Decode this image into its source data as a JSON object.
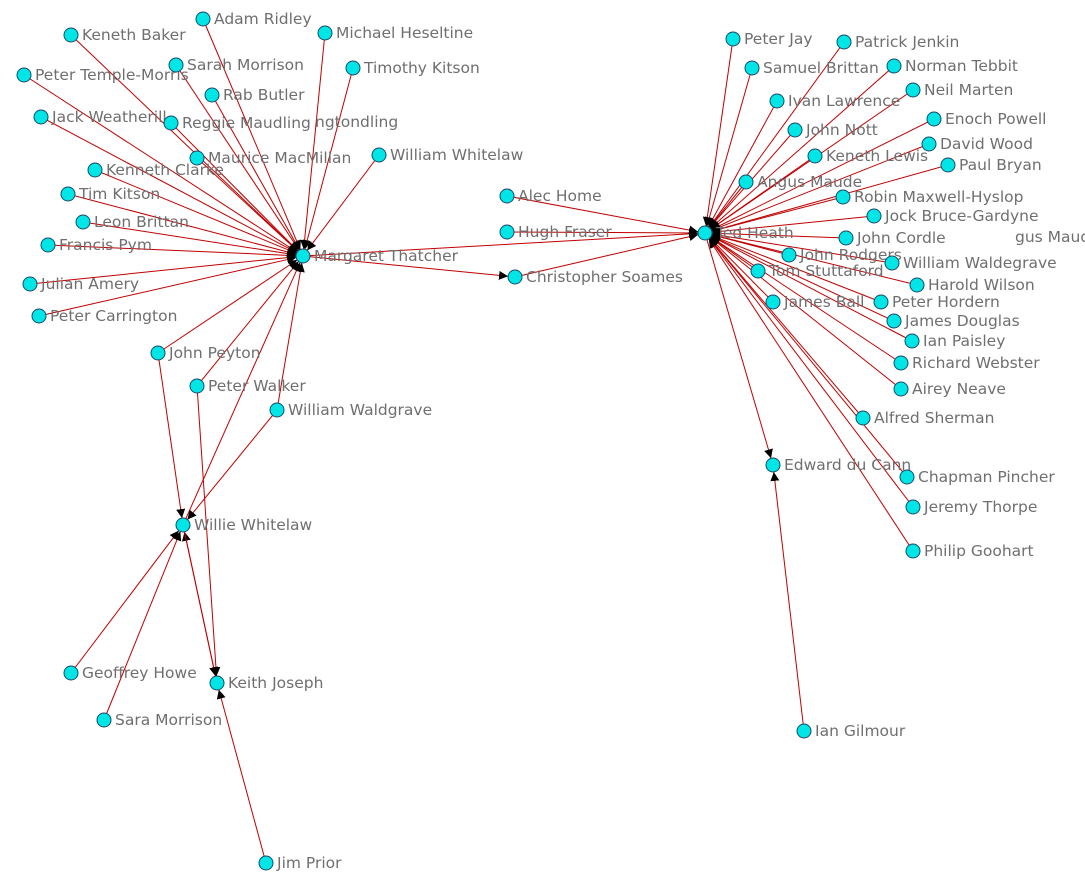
{
  "colors": {
    "node_fill": "#00e5e5",
    "node_stroke": "#1a4a6a",
    "edge": "#c00000",
    "arrowhead": "#000000",
    "label": "#6f6f6f",
    "background": "#ffffff"
  },
  "nodes": [
    {
      "id": "thatcher",
      "label": "Margaret Thatcher"
    },
    {
      "id": "heath",
      "label": "Ted Heath"
    },
    {
      "id": "willie_whitelaw",
      "label": "Willie Whitelaw"
    },
    {
      "id": "keith_joseph",
      "label": "Keith Joseph"
    },
    {
      "id": "du_cann",
      "label": "Edward du Cann"
    },
    {
      "id": "baker",
      "label": "Keneth Baker"
    },
    {
      "id": "ridley",
      "label": "Adam Ridley"
    },
    {
      "id": "heseltine",
      "label": "Michael Heseltine"
    },
    {
      "id": "temple_morris",
      "label": "Peter Temple-Morris"
    },
    {
      "id": "sarah_morrison",
      "label": "Sarah Morrison"
    },
    {
      "id": "t_kitson",
      "label": "Timothy Kitson"
    },
    {
      "id": "butler",
      "label": "Rab Butler"
    },
    {
      "id": "weatherill",
      "label": "Jack Weatherill"
    },
    {
      "id": "maudling",
      "label": "Reggie Maudling"
    },
    {
      "id": "macmillan",
      "label": "Maurice MacMillan"
    },
    {
      "id": "william_whitelaw",
      "label": "William Whitelaw"
    },
    {
      "id": "clarke",
      "label": "Kenneth Clarke"
    },
    {
      "id": "tim_kitson",
      "label": "Tim Kitson"
    },
    {
      "id": "leon_brittan",
      "label": "Leon Brittan"
    },
    {
      "id": "pym",
      "label": "Francis Pym"
    },
    {
      "id": "amery",
      "label": "Julian Amery"
    },
    {
      "id": "carrington",
      "label": "Peter Carrington"
    },
    {
      "id": "peyton",
      "label": "John Peyton"
    },
    {
      "id": "walker",
      "label": "Peter Walker"
    },
    {
      "id": "waldgrave",
      "label": "William Waldgrave"
    },
    {
      "id": "alec_home",
      "label": "Alec Home"
    },
    {
      "id": "fraser",
      "label": "Hugh Fraser"
    },
    {
      "id": "soames",
      "label": "Christopher Soames"
    },
    {
      "id": "howe",
      "label": "Geoffrey Howe"
    },
    {
      "id": "sara_morrison",
      "label": "Sara Morrison"
    },
    {
      "id": "prior",
      "label": "Jim Prior"
    },
    {
      "id": "gilmour",
      "label": "Ian Gilmour"
    },
    {
      "id": "jay",
      "label": "Peter Jay"
    },
    {
      "id": "jenkin",
      "label": "Patrick Jenkin"
    },
    {
      "id": "samuel_brittan",
      "label": "Samuel Brittan"
    },
    {
      "id": "tebbit",
      "label": "Norman Tebbit"
    },
    {
      "id": "marten",
      "label": "Neil Marten"
    },
    {
      "id": "lawrence",
      "label": "Ivan Lawrence"
    },
    {
      "id": "powell",
      "label": "Enoch Powell"
    },
    {
      "id": "nott",
      "label": "John Nott"
    },
    {
      "id": "wood",
      "label": "David Wood"
    },
    {
      "id": "keneth_lewis",
      "label": "Keneth Lewis"
    },
    {
      "id": "bryan",
      "label": "Paul Bryan"
    },
    {
      "id": "angus_maude",
      "label": "Angus Maude"
    },
    {
      "id": "maxwell_hyslop",
      "label": "Robin Maxwell-Hyslop"
    },
    {
      "id": "bruce_gardyne",
      "label": "Jock Bruce-Gardyne"
    },
    {
      "id": "cordle",
      "label": "John Cordle"
    },
    {
      "id": "rodgers",
      "label": "John Rodgers"
    },
    {
      "id": "stuttaford",
      "label": "Tom Stuttaford"
    },
    {
      "id": "waldegrave",
      "label": "William Waldegrave"
    },
    {
      "id": "harold_wilson",
      "label": "Harold Wilson"
    },
    {
      "id": "ball",
      "label": "James Ball"
    },
    {
      "id": "hordern",
      "label": "Peter Hordern"
    },
    {
      "id": "douglas",
      "label": "James Douglas"
    },
    {
      "id": "paisley",
      "label": "Ian Paisley"
    },
    {
      "id": "webster",
      "label": "Richard Webster"
    },
    {
      "id": "neave",
      "label": "Airey Neave"
    },
    {
      "id": "sherman",
      "label": "Alfred Sherman"
    },
    {
      "id": "pincher",
      "label": "Chapman Pincher"
    },
    {
      "id": "thorpe",
      "label": "Jeremy Thorpe"
    },
    {
      "id": "goodhart",
      "label": "Philip Goohart"
    }
  ],
  "stray_labels": [
    "ngtondling",
    "gus Maude"
  ],
  "edges": [
    [
      "baker",
      "thatcher"
    ],
    [
      "ridley",
      "thatcher"
    ],
    [
      "heseltine",
      "thatcher"
    ],
    [
      "temple_morris",
      "thatcher"
    ],
    [
      "sarah_morrison",
      "thatcher"
    ],
    [
      "t_kitson",
      "thatcher"
    ],
    [
      "butler",
      "thatcher"
    ],
    [
      "weatherill",
      "thatcher"
    ],
    [
      "maudling",
      "thatcher"
    ],
    [
      "macmillan",
      "thatcher"
    ],
    [
      "william_whitelaw",
      "thatcher"
    ],
    [
      "clarke",
      "thatcher"
    ],
    [
      "tim_kitson",
      "thatcher"
    ],
    [
      "leon_brittan",
      "thatcher"
    ],
    [
      "pym",
      "thatcher"
    ],
    [
      "amery",
      "thatcher"
    ],
    [
      "carrington",
      "thatcher"
    ],
    [
      "peyton",
      "thatcher"
    ],
    [
      "walker",
      "thatcher"
    ],
    [
      "waldgrave",
      "thatcher"
    ],
    [
      "willie_whitelaw",
      "thatcher"
    ],
    [
      "thatcher",
      "soames"
    ],
    [
      "alec_home",
      "heath"
    ],
    [
      "fraser",
      "heath"
    ],
    [
      "thatcher",
      "heath"
    ],
    [
      "soames",
      "heath"
    ],
    [
      "jay",
      "heath"
    ],
    [
      "jenkin",
      "heath"
    ],
    [
      "samuel_brittan",
      "heath"
    ],
    [
      "tebbit",
      "heath"
    ],
    [
      "marten",
      "heath"
    ],
    [
      "lawrence",
      "heath"
    ],
    [
      "powell",
      "heath"
    ],
    [
      "nott",
      "heath"
    ],
    [
      "wood",
      "heath"
    ],
    [
      "keneth_lewis",
      "heath"
    ],
    [
      "bryan",
      "heath"
    ],
    [
      "angus_maude",
      "heath"
    ],
    [
      "maxwell_hyslop",
      "heath"
    ],
    [
      "bruce_gardyne",
      "heath"
    ],
    [
      "cordle",
      "heath"
    ],
    [
      "rodgers",
      "heath"
    ],
    [
      "stuttaford",
      "heath"
    ],
    [
      "waldegrave",
      "heath"
    ],
    [
      "harold_wilson",
      "heath"
    ],
    [
      "ball",
      "heath"
    ],
    [
      "hordern",
      "heath"
    ],
    [
      "douglas",
      "heath"
    ],
    [
      "paisley",
      "heath"
    ],
    [
      "webster",
      "heath"
    ],
    [
      "neave",
      "heath"
    ],
    [
      "sherman",
      "heath"
    ],
    [
      "pincher",
      "heath"
    ],
    [
      "thorpe",
      "heath"
    ],
    [
      "goodhart",
      "heath"
    ],
    [
      "heath",
      "du_cann"
    ],
    [
      "gilmour",
      "du_cann"
    ],
    [
      "peyton",
      "willie_whitelaw"
    ],
    [
      "walker",
      "keith_joseph"
    ],
    [
      "waldgrave",
      "willie_whitelaw"
    ],
    [
      "howe",
      "willie_whitelaw"
    ],
    [
      "sara_morrison",
      "willie_whitelaw"
    ],
    [
      "keith_joseph",
      "willie_whitelaw"
    ],
    [
      "willie_whitelaw",
      "keith_joseph"
    ],
    [
      "prior",
      "keith_joseph"
    ]
  ]
}
